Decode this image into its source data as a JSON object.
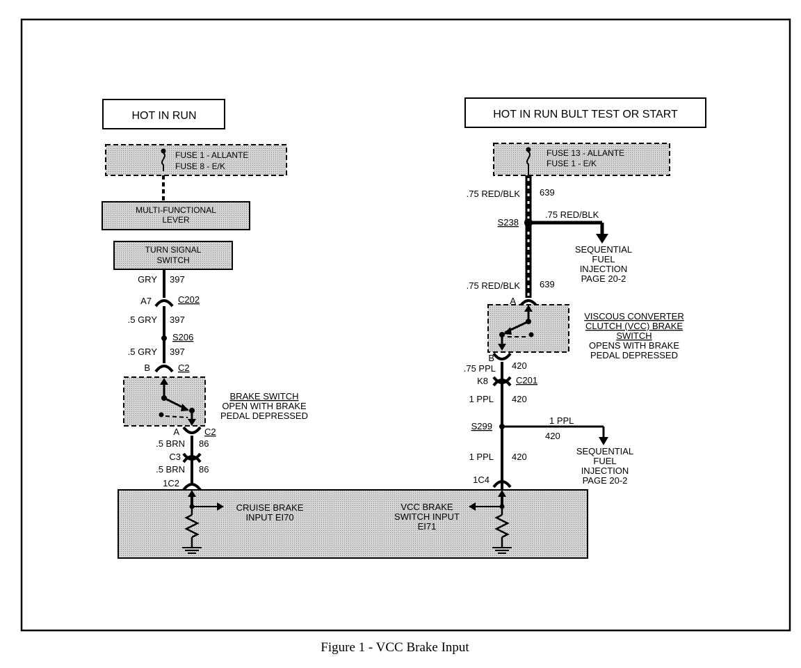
{
  "left": {
    "header": "HOT IN RUN",
    "fuse": [
      "FUSE 1 - ALLANTE",
      "FUSE 8 - E/K"
    ],
    "mfl": [
      "MULTI-FUNCTIONAL",
      "LEVER"
    ],
    "tss": [
      "TURN SIGNAL",
      "SWITCH"
    ],
    "w1": {
      "color": "GRY",
      "circuit": "397"
    },
    "conn1": {
      "pin": "A7",
      "id": "C202"
    },
    "w2": {
      "color": ".5 GRY",
      "circuit": "397"
    },
    "splice": "S206",
    "w3": {
      "color": ".5 GRY",
      "circuit": "397"
    },
    "conn2": {
      "pin": "B",
      "id": "C2"
    },
    "brake_switch": [
      "BRAKE SWITCH",
      "OPEN WITH BRAKE",
      "PEDAL DEPRESSED"
    ],
    "conn3": {
      "pin": "A",
      "id": "C2"
    },
    "w4": {
      "color": ".5 BRN",
      "circuit": "86"
    },
    "conn4": "C3",
    "w5": {
      "color": ".5 BRN",
      "circuit": "86"
    },
    "pin": "1C2",
    "input": [
      "CRUISE BRAKE",
      "INPUT EI70"
    ]
  },
  "right": {
    "header": "HOT IN RUN BULT TEST OR START",
    "fuse": [
      "FUSE 13 - ALLANTE",
      "FUSE 1 - E/K"
    ],
    "w1": {
      "color": ".75 RED/BLK",
      "circuit": "639"
    },
    "splice1": "S238",
    "branch1": {
      "wire": ".75 RED/BLK",
      "dest": [
        "SEQUENTIAL",
        "FUEL",
        "INJECTION",
        "PAGE 20-2"
      ]
    },
    "w2": {
      "color": ".75 RED/BLK",
      "circuit": "639"
    },
    "conn1": "A",
    "vcc_switch": [
      "VISCOUS CONVERTER",
      "CLUTCH (VCC) BRAKE",
      "SWITCH",
      "OPENS WITH BRAKE",
      "PEDAL DEPRESSED"
    ],
    "conn2": "B",
    "w3": {
      "color": ".75 PPL",
      "circuit": "420"
    },
    "conn3": {
      "pin": "K8",
      "id": "C201"
    },
    "w4": {
      "color": "1 PPL",
      "circuit": "420"
    },
    "splice2": "S299",
    "branch2": {
      "wire": "1 PPL",
      "circuit": "420",
      "dest": [
        "SEQUENTIAL",
        "FUEL",
        "INJECTION",
        "PAGE 20-2"
      ]
    },
    "w5": {
      "color": "1 PPL",
      "circuit": "420"
    },
    "pin": "1C4",
    "input": [
      "VCC BRAKE",
      "SWITCH INPUT",
      "EI71"
    ]
  },
  "caption": "Figure 1 - VCC Brake Input"
}
